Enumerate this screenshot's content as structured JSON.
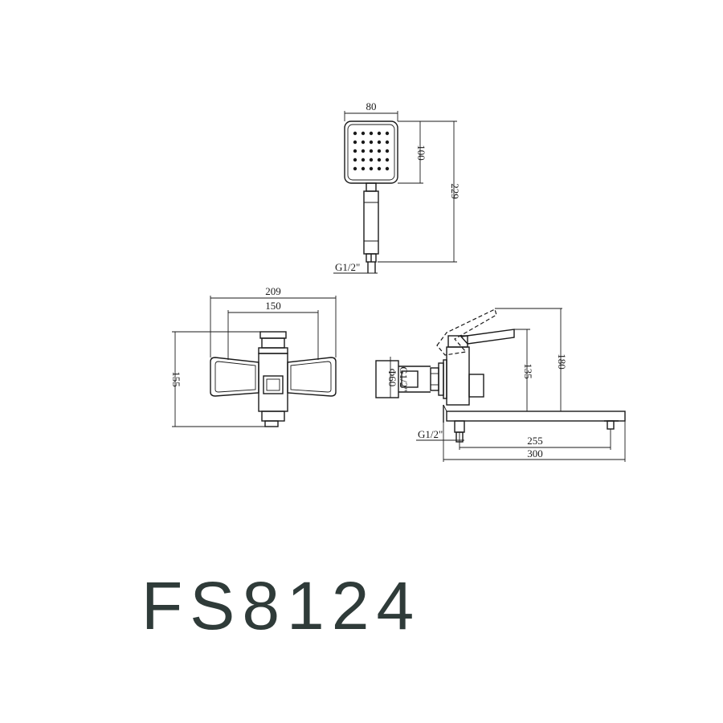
{
  "model": "FS8124",
  "head": {
    "width": "80",
    "head_height": "100",
    "total_height": "229",
    "thread": "G1/2\""
  },
  "front": {
    "width": "209",
    "spacing": "150",
    "height": "155"
  },
  "side": {
    "diameter": "Φ60",
    "thread_inlet": "G1/2\"",
    "height_body": "135",
    "height_total": "180",
    "thread_outlet": "G1/2\"",
    "spout_reach": "255",
    "total_length": "300"
  }
}
